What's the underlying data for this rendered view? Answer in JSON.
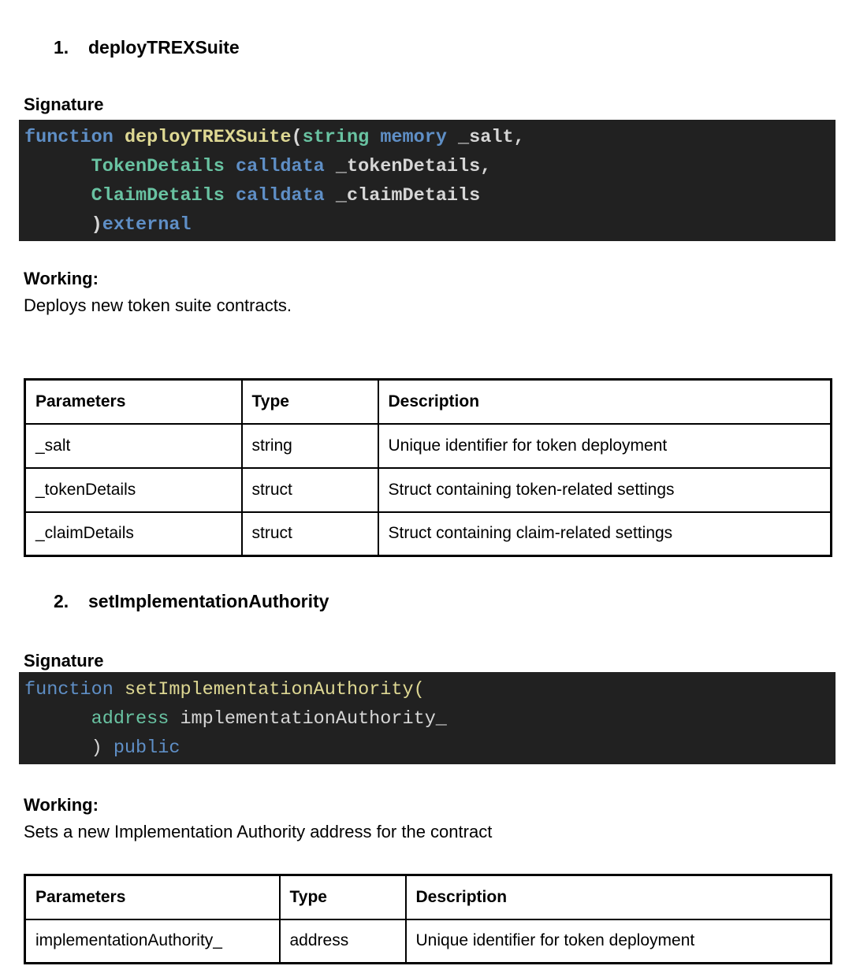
{
  "colors": {
    "code_background": "#212121",
    "code_keyword": "#5f8fc6",
    "code_type": "#69c3a2",
    "code_function_name": "#ded893",
    "code_plain": "#d6d6d6",
    "text": "#000000",
    "page_background": "#ffffff"
  },
  "sections": [
    {
      "number": "1.",
      "title": "deployTREXSuite",
      "signature_label": "Signature",
      "working_label": "Working:",
      "working_text": "Deploys new token suite contracts.",
      "code_lines": [
        [
          {
            "c": "k",
            "t": "function"
          },
          {
            "c": "p",
            "t": " "
          },
          {
            "c": "f",
            "t": "deployTREXSuite"
          },
          {
            "c": "p",
            "t": "("
          },
          {
            "c": "t",
            "t": "string"
          },
          {
            "c": "p",
            "t": " "
          },
          {
            "c": "k",
            "t": "memory"
          },
          {
            "c": "p",
            "t": " _salt,"
          }
        ],
        [
          {
            "c": "p",
            "t": "      "
          },
          {
            "c": "t",
            "t": "TokenDetails"
          },
          {
            "c": "p",
            "t": " "
          },
          {
            "c": "k",
            "t": "calldata"
          },
          {
            "c": "p",
            "t": " _tokenDetails,"
          }
        ],
        [
          {
            "c": "p",
            "t": "      "
          },
          {
            "c": "t",
            "t": "ClaimDetails"
          },
          {
            "c": "p",
            "t": " "
          },
          {
            "c": "k",
            "t": "calldata"
          },
          {
            "c": "p",
            "t": " _claimDetails"
          }
        ],
        [
          {
            "c": "p",
            "t": "      )"
          },
          {
            "c": "k",
            "t": "external"
          }
        ]
      ],
      "table": {
        "headers": [
          "Parameters",
          "Type",
          "Description"
        ],
        "rows": [
          [
            "_salt",
            "string",
            "Unique identifier for token deployment"
          ],
          [
            "_tokenDetails",
            "struct",
            "Struct containing token-related settings"
          ],
          [
            "_claimDetails",
            "struct",
            "Struct containing claim-related settings"
          ]
        ]
      }
    },
    {
      "number": "2.",
      "title": "setImplementationAuthority",
      "signature_label": "Signature",
      "working_label": "Working:",
      "working_text": "Sets a new Implementation Authority address for the contract",
      "code_lines": [
        [
          {
            "c": "k",
            "t": "function"
          },
          {
            "c": "p",
            "t": " "
          },
          {
            "c": "f",
            "t": "setImplementationAuthority("
          }
        ],
        [
          {
            "c": "p",
            "t": "      "
          },
          {
            "c": "t",
            "t": "address"
          },
          {
            "c": "p",
            "t": " implementationAuthority_"
          }
        ],
        [
          {
            "c": "p",
            "t": "      ) "
          },
          {
            "c": "k",
            "t": "public"
          }
        ]
      ],
      "table": {
        "headers": [
          "Parameters",
          "Type",
          "Description"
        ],
        "rows": [
          [
            "implementationAuthority_",
            "address",
            "Unique identifier for token deployment"
          ]
        ]
      }
    }
  ]
}
